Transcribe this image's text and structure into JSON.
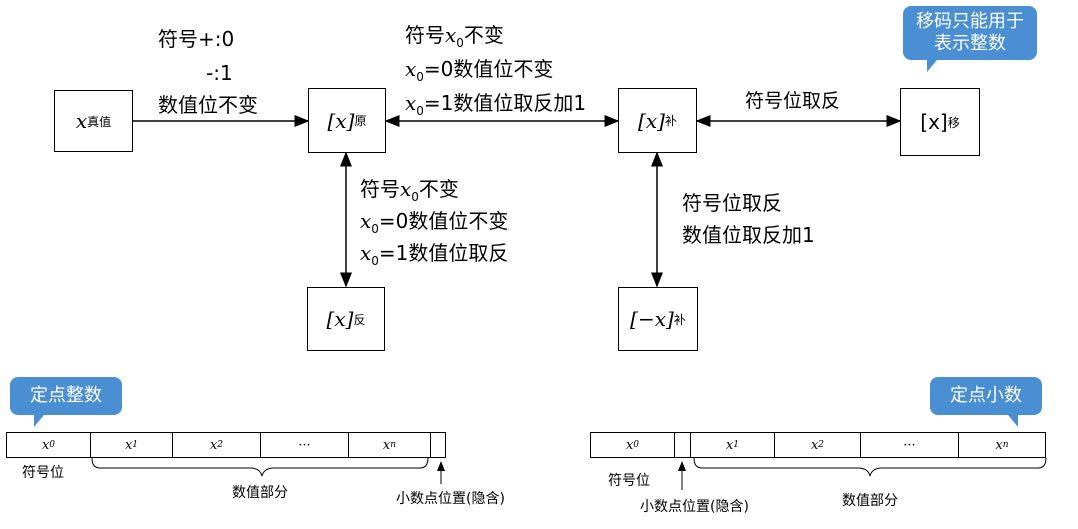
{
  "boxes": {
    "true_value": {
      "var": "x",
      "sub": "真值"
    },
    "original": {
      "var": "[x]",
      "sub": "原"
    },
    "complement": {
      "var": "[x]",
      "sub": "补"
    },
    "bias": {
      "var": "[x]",
      "sub": "移"
    },
    "ones_complement": {
      "var": "[x]",
      "sub": "反"
    },
    "neg_complement": {
      "var": "[−x]",
      "sub": "补"
    }
  },
  "labels": {
    "true_to_orig_1": "符号+:0",
    "true_to_orig_2": "-:1",
    "true_to_orig_3": "数值位不变",
    "orig_comp_1a": "符号",
    "orig_comp_1b": "不变",
    "orig_comp_2": "=0数值位不变",
    "orig_comp_3": "=1数值位取反加1",
    "comp_bias": "符号位取反",
    "orig_ones_1a": "符号",
    "orig_ones_1b": "不变",
    "orig_ones_2": "=0数值位不变",
    "orig_ones_3": "=1数值位取反",
    "comp_neg_1": "符号位取反",
    "comp_neg_2": "数值位取反加1"
  },
  "bubbles": {
    "bias_note": "移码只能用于表示整数",
    "fixed_int": "定点整数",
    "fixed_frac": "定点小数"
  },
  "integer_format": {
    "cells": [
      "x0",
      "x1",
      "x2",
      "···",
      "xn",
      ""
    ],
    "sign_label": "符号位",
    "value_label": "数值部分",
    "point_label": "小数点位置(隐含)"
  },
  "fraction_format": {
    "cells": [
      "x0",
      "",
      "x1",
      "x2",
      "···",
      "xn"
    ],
    "sign_label": "符号位",
    "value_label": "数值部分",
    "point_label": "小数点位置(隐含)"
  }
}
